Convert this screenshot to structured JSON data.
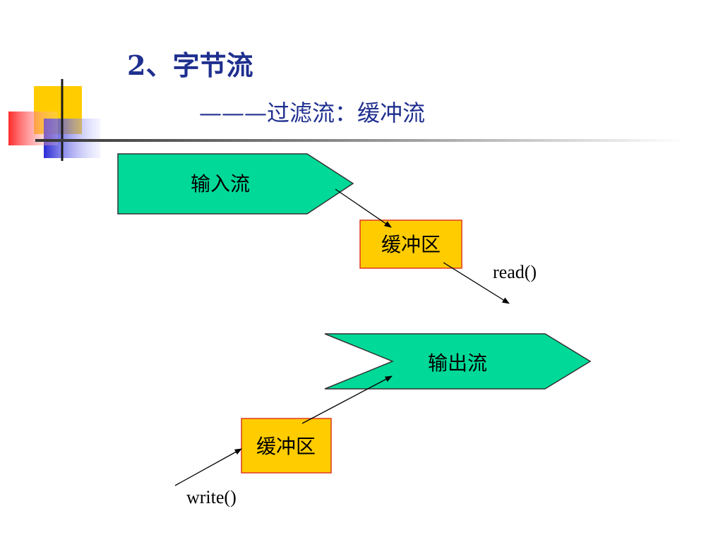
{
  "slide": {
    "title": "2、字节流",
    "subtitle": "———过滤流：缓冲流"
  },
  "diagram": {
    "input_stream": {
      "label": "输入流",
      "fill": "#00d997"
    },
    "buffer_top": {
      "label": "缓冲区",
      "fill": "#ffcc00"
    },
    "read_call": {
      "label": "read()"
    },
    "output_stream": {
      "label": "输出流",
      "fill": "#00d997"
    },
    "buffer_bottom": {
      "label": "缓冲区",
      "fill": "#ffcc00"
    },
    "write_call": {
      "label": "write()"
    }
  },
  "colors": {
    "title": "#1f2f8f",
    "decor_yellow": "#ffcc00",
    "decor_blue": "#3333cc",
    "decor_red": "#ff3333"
  }
}
